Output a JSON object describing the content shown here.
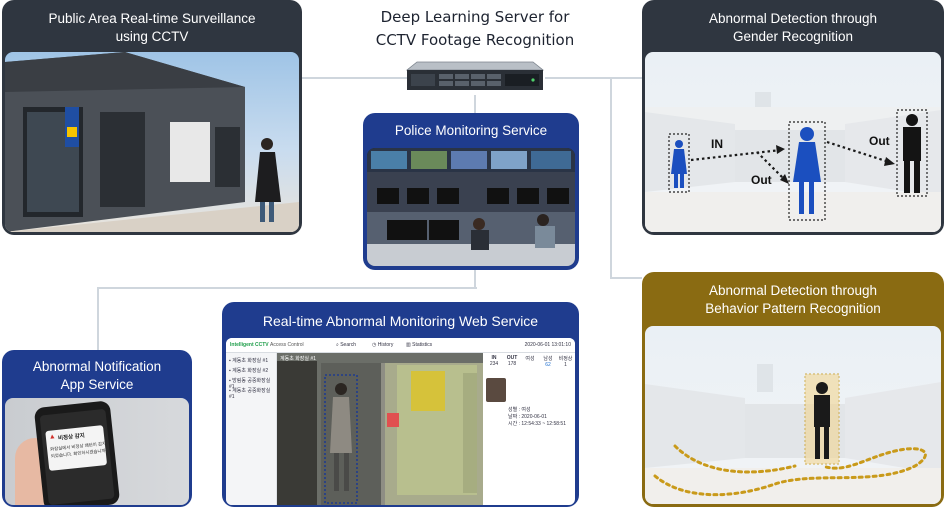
{
  "server": {
    "title_line1": "Deep Learning Server for",
    "title_line2": "CCTV Footage Recognition"
  },
  "cards": {
    "surveillance": {
      "title_line1": "Public Area Real-time Surveillance",
      "title_line2": "using CCTV"
    },
    "police": {
      "title": "Police Monitoring Service"
    },
    "web": {
      "title": "Real-time Abnormal Monitoring Web Service"
    },
    "app": {
      "title_line1": "Abnormal Notification",
      "title_line2": "App Service"
    },
    "gender": {
      "title_line1": "Abnormal Detection through",
      "title_line2": "Gender Recognition",
      "labels": {
        "in": "IN",
        "out1": "Out",
        "out2": "Out"
      }
    },
    "behavior": {
      "title_line1": "Abnormal Detection through",
      "title_line2": "Behavior Pattern Recognition"
    }
  },
  "web_ui": {
    "brand_prefix": "Intelligent",
    "brand_cctv": "CCTV",
    "brand_suffix": "Access Control",
    "nav": [
      "Search",
      "History",
      "Statistics"
    ],
    "datetime": "2020-06-01 13:01:10",
    "sidebar_items": [
      "계동초 화장실 #1",
      "계동초 화장실 #2",
      "방림동 공중화장실 #1",
      "계동초 공중화장실 #1"
    ],
    "video_label": "계동초 화장실 #1",
    "stats": [
      {
        "label": "IN",
        "value": "234"
      },
      {
        "label": "OUT",
        "value": "178"
      },
      {
        "label": "여성",
        "value": ""
      },
      {
        "label": "남성",
        "value": "62"
      },
      {
        "label": "비정상",
        "value": "1"
      }
    ],
    "detail": {
      "gender": "성별 : 여성",
      "date": "날짜 : 2020-06-01",
      "time": "시간 : 12:54:33 ~ 12:58:51"
    }
  },
  "phone": {
    "alert_title": "비정상 감지",
    "alert_body_1": "화장실에서 비정상 패턴이 감지",
    "alert_body_2": "되었습니다. 확인하시겠습니까?"
  },
  "colors": {
    "dark_card": "#2f3640",
    "blue_card": "#1f3c8e",
    "gold_card": "#8a6b12",
    "connector": "#cfd6dd",
    "silhouette_blue": "#1b4fbf",
    "detection_gold": "#c99a1a"
  }
}
